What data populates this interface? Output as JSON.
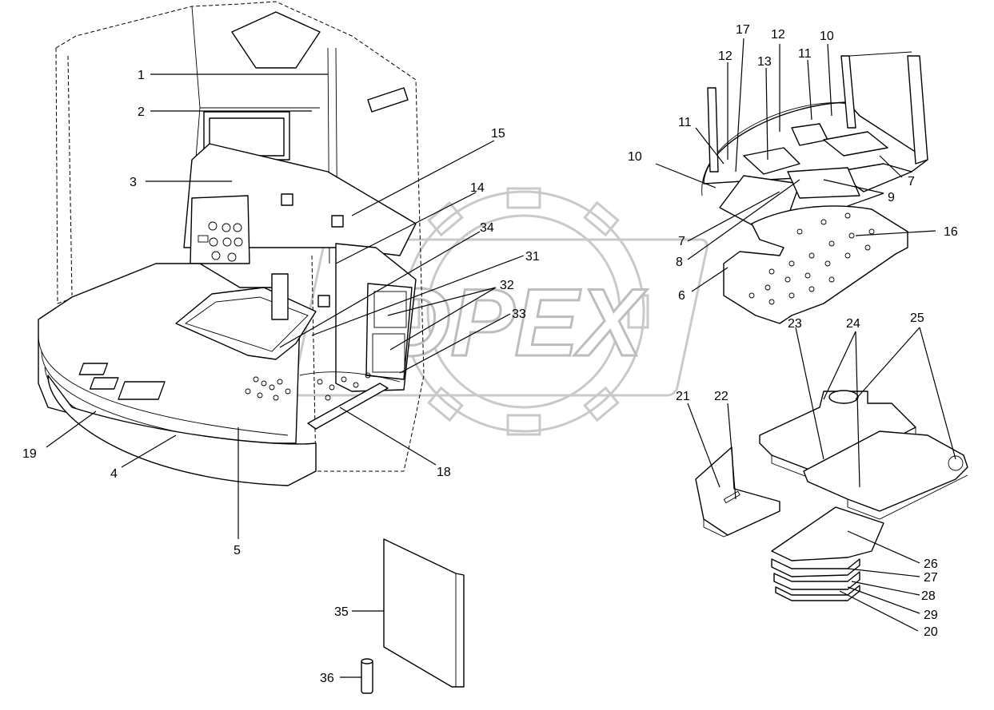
{
  "watermark": {
    "text": "OPEX"
  },
  "callouts": [
    {
      "id": "c1",
      "label": "1"
    },
    {
      "id": "c2",
      "label": "2"
    },
    {
      "id": "c3",
      "label": "3"
    },
    {
      "id": "c15",
      "label": "15"
    },
    {
      "id": "c14",
      "label": "14"
    },
    {
      "id": "c34",
      "label": "34"
    },
    {
      "id": "c31",
      "label": "31"
    },
    {
      "id": "c32",
      "label": "32"
    },
    {
      "id": "c33",
      "label": "33"
    },
    {
      "id": "c19",
      "label": "19"
    },
    {
      "id": "c4",
      "label": "4"
    },
    {
      "id": "c5",
      "label": "5"
    },
    {
      "id": "c18",
      "label": "18"
    },
    {
      "id": "c35",
      "label": "35"
    },
    {
      "id": "c36",
      "label": "36"
    },
    {
      "id": "c17",
      "label": "17"
    },
    {
      "id": "c12a",
      "label": "12"
    },
    {
      "id": "c12b",
      "label": "12"
    },
    {
      "id": "c13",
      "label": "13"
    },
    {
      "id": "c11a",
      "label": "11"
    },
    {
      "id": "c11b",
      "label": "11"
    },
    {
      "id": "c10a",
      "label": "10"
    },
    {
      "id": "c10b",
      "label": "10"
    },
    {
      "id": "c7a",
      "label": "7"
    },
    {
      "id": "c7b",
      "label": "7"
    },
    {
      "id": "c9",
      "label": "9"
    },
    {
      "id": "c16",
      "label": "16"
    },
    {
      "id": "c8",
      "label": "8"
    },
    {
      "id": "c6",
      "label": "6"
    },
    {
      "id": "c23",
      "label": "23"
    },
    {
      "id": "c24",
      "label": "24"
    },
    {
      "id": "c25",
      "label": "25"
    },
    {
      "id": "c21",
      "label": "21"
    },
    {
      "id": "c22",
      "label": "22"
    },
    {
      "id": "c26",
      "label": "26"
    },
    {
      "id": "c27",
      "label": "27"
    },
    {
      "id": "c28",
      "label": "28"
    },
    {
      "id": "c29",
      "label": "29"
    },
    {
      "id": "c20",
      "label": "20"
    }
  ]
}
